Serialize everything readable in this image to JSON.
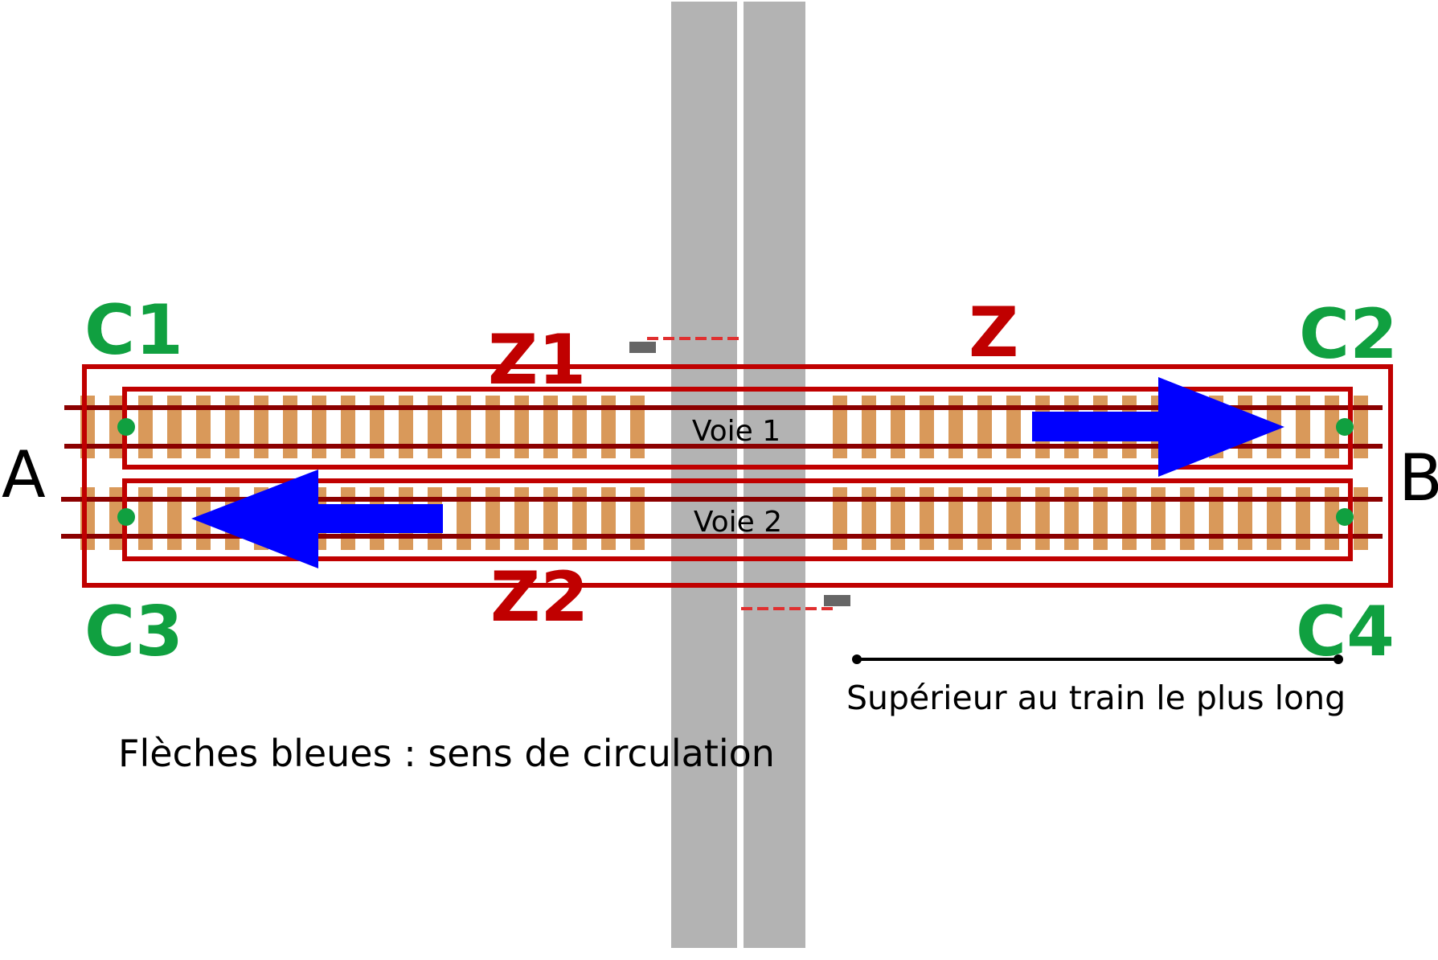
{
  "labels": {
    "end_a": "A",
    "end_b": "B",
    "c1": "C1",
    "c2": "C2",
    "c3": "C3",
    "c4": "C4",
    "zone_z": "Z",
    "zone_z1": "Z1",
    "zone_z2": "Z2",
    "track_1": "Voie 1",
    "track_2": "Voie 2",
    "measure_note": "Supérieur au train le plus long",
    "legend_note": "Flèches bleues : sens de circulation"
  },
  "colors": {
    "zone_outline": "#c00000",
    "detector_label": "#10a040",
    "detector_dot": "#10a040",
    "arrow": "#0000ff",
    "rail": "#8b0000",
    "sleeper": "#d9995a",
    "road": "#b3b3b3",
    "barrier": "#666666",
    "barrier_dash": "#e03030",
    "text": "#000000"
  },
  "tracks": [
    {
      "name": "Voie 1",
      "direction": "A→B"
    },
    {
      "name": "Voie 2",
      "direction": "B→A"
    }
  ]
}
